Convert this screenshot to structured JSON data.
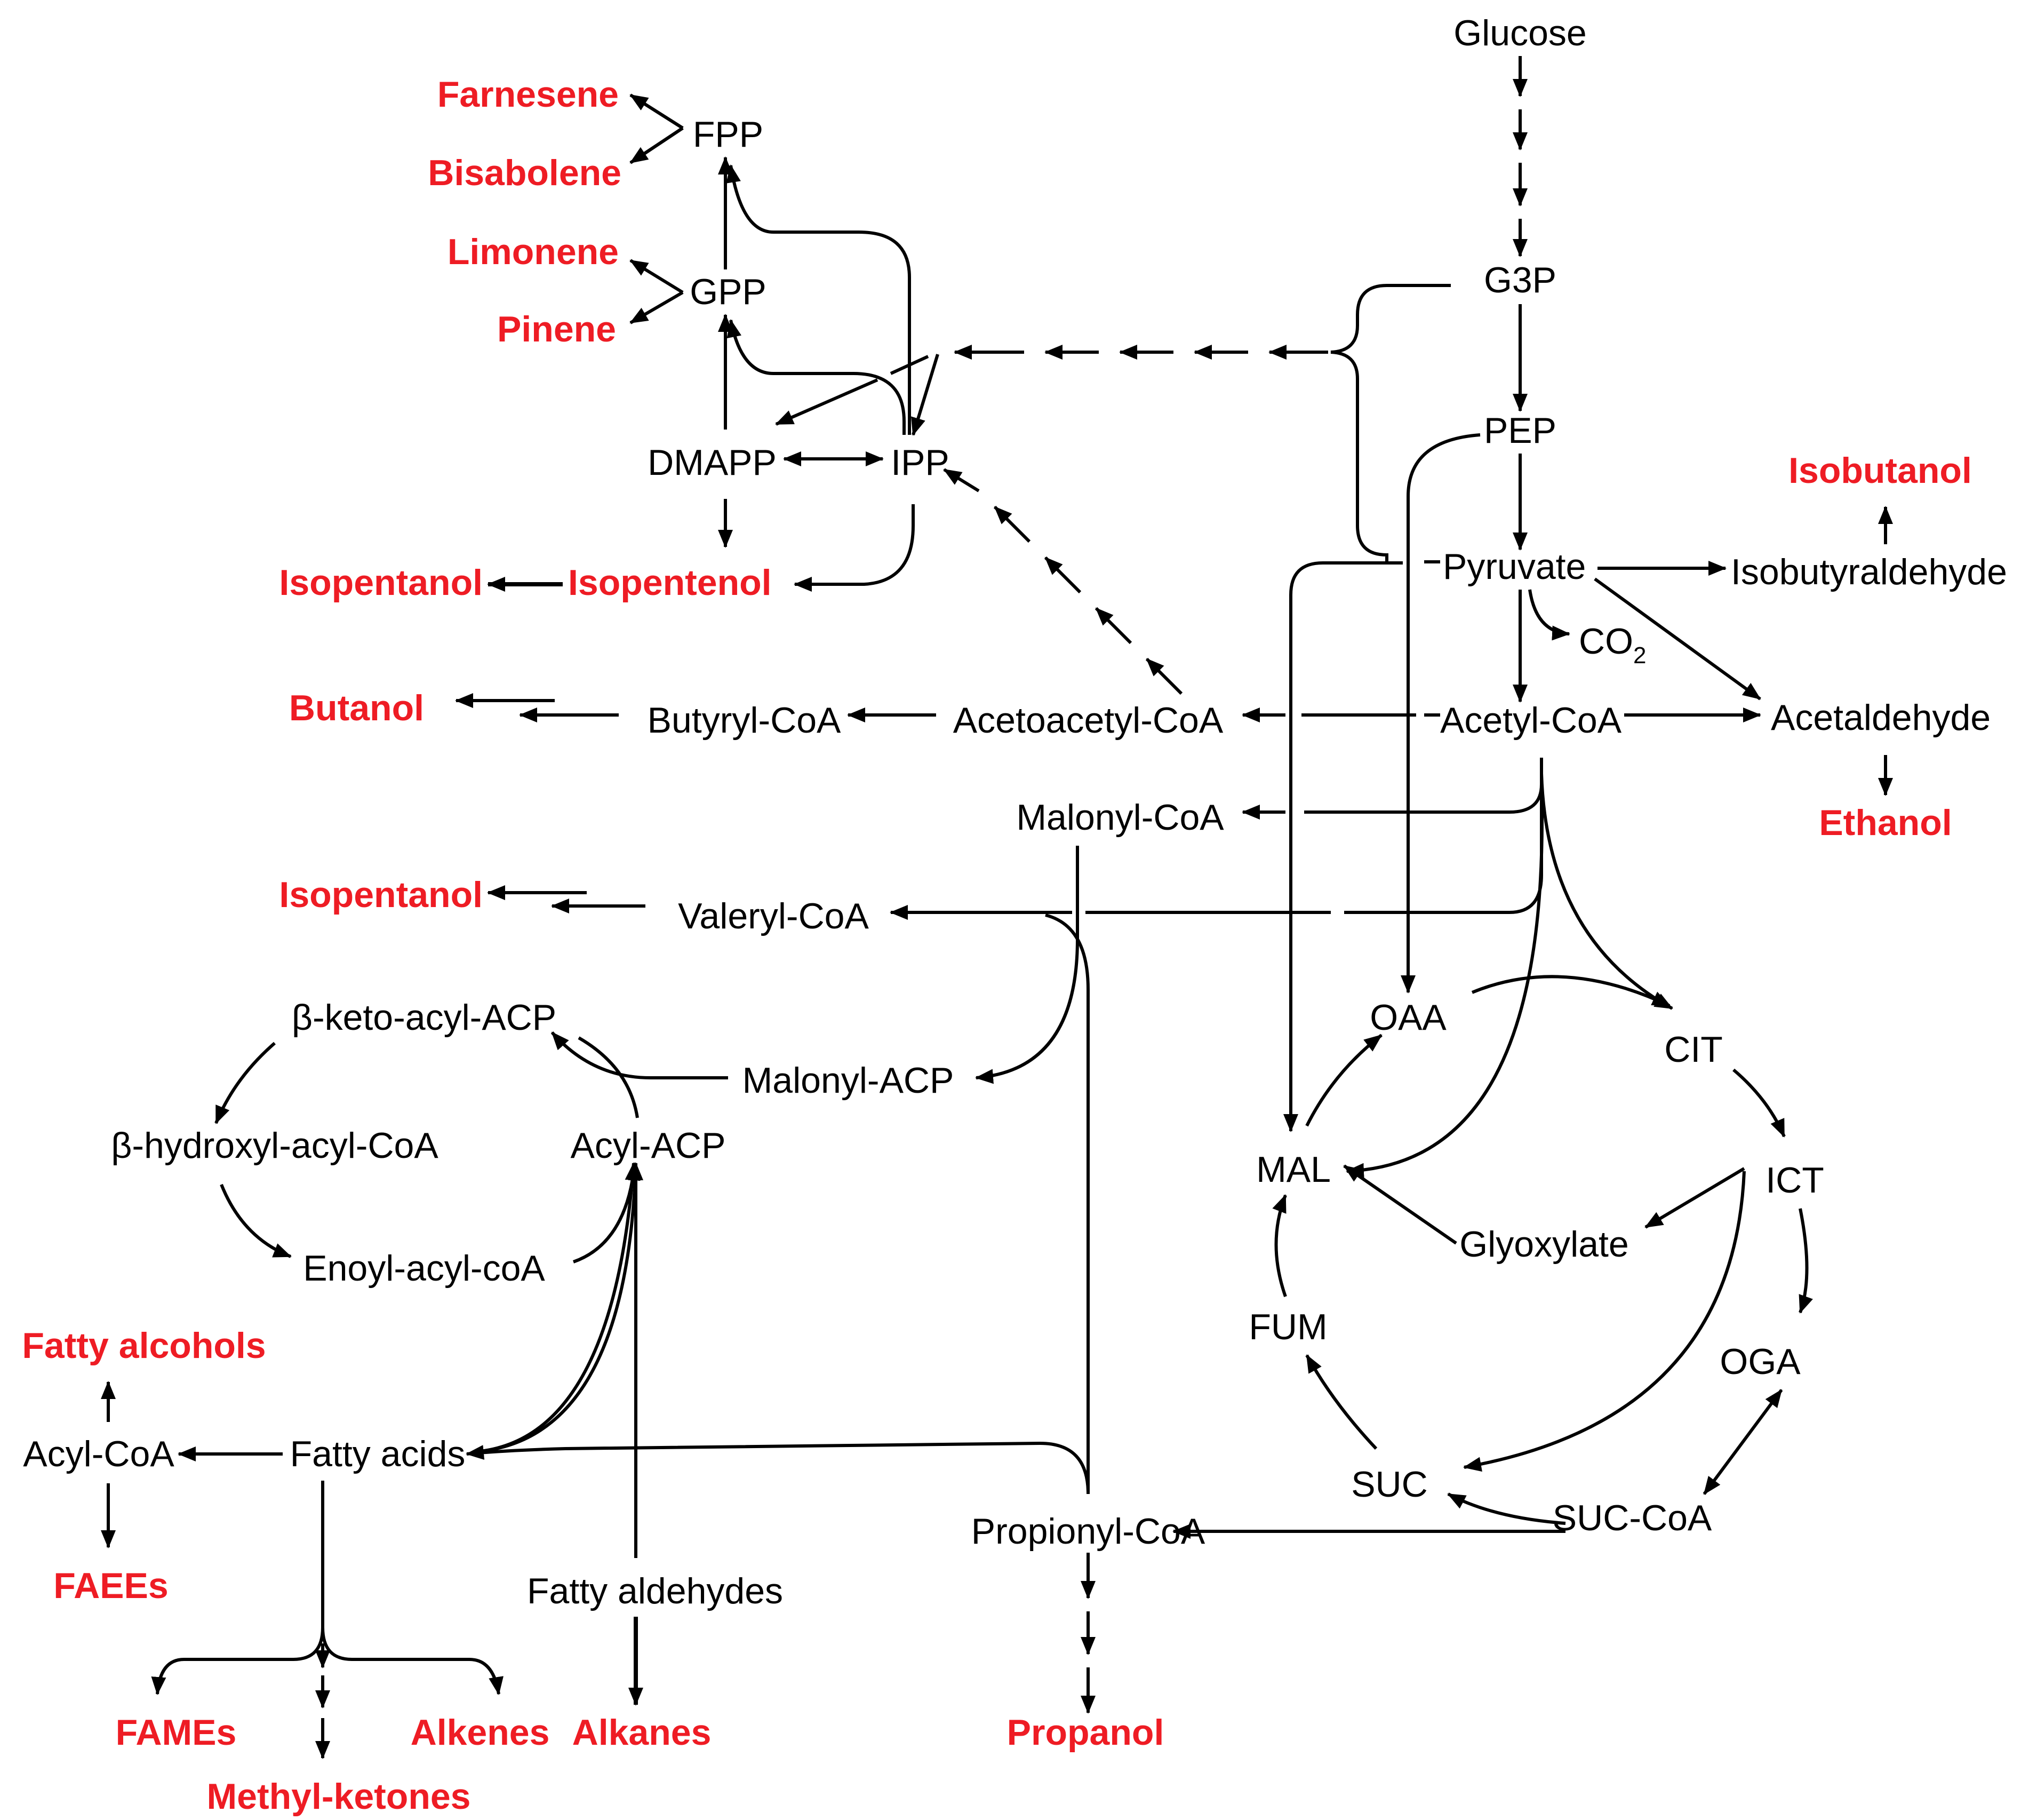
{
  "colors": {
    "product": "#ee1c24",
    "metabolite": "#000000",
    "arrow": "#000000"
  },
  "metabolites": {
    "glucose": "Glucose",
    "g3p": "G3P",
    "pep": "PEP",
    "pyruvate": "Pyruvate",
    "co2": "CO",
    "co2_sub": "2",
    "isobutyraldehyde": "Isobutyraldehyde",
    "acetaldehyde": "Acetaldehyde",
    "acetyl_coa": "Acetyl-CoA",
    "fpp": "FPP",
    "gpp": "GPP",
    "dmapp": "DMAPP",
    "ipp": "IPP",
    "butyryl_coa": "Butyryl-CoA",
    "acetoacetyl_coa": "Acetoacetyl-CoA",
    "malonyl_coa": "Malonyl-CoA",
    "valeryl_coa": "Valeryl-CoA",
    "beta_keto_acyl_acp": "β-keto-acyl-ACP",
    "malonyl_acp": "Malonyl-ACP",
    "beta_hydroxyl_acyl_coa": "β-hydroxyl-acyl-CoA",
    "acyl_acp": "Acyl-ACP",
    "enoyl_acyl_coa": "Enoyl-acyl-coA",
    "acyl_coa": "Acyl-CoA",
    "fatty_acids": "Fatty acids",
    "fatty_aldehydes": "Fatty aldehydes",
    "propionyl_coa": "Propionyl-CoA",
    "oaa": "OAA",
    "cit": "CIT",
    "mal": "MAL",
    "ict": "ICT",
    "glyoxylate": "Glyoxylate",
    "fum": "FUM",
    "oga": "OGA",
    "suc": "SUC",
    "suc_coa": "SUC-CoA"
  },
  "products": {
    "farnesene": "Farnesene",
    "bisabolene": "Bisabolene",
    "limonene": "Limonene",
    "pinene": "Pinene",
    "isopentanol_1": "Isopentanol",
    "isopentenol": "Isopentenol",
    "butanol": "Butanol",
    "isopentanol_2": "Isopentanol",
    "isobutanol": "Isobutanol",
    "ethanol": "Ethanol",
    "fatty_alcohols": "Fatty alcohols",
    "faees": "FAEEs",
    "fames": "FAMEs",
    "methyl_ketones": "Methyl-ketones",
    "alkenes": "Alkenes",
    "alkanes": "Alkanes",
    "propanol": "Propanol"
  }
}
